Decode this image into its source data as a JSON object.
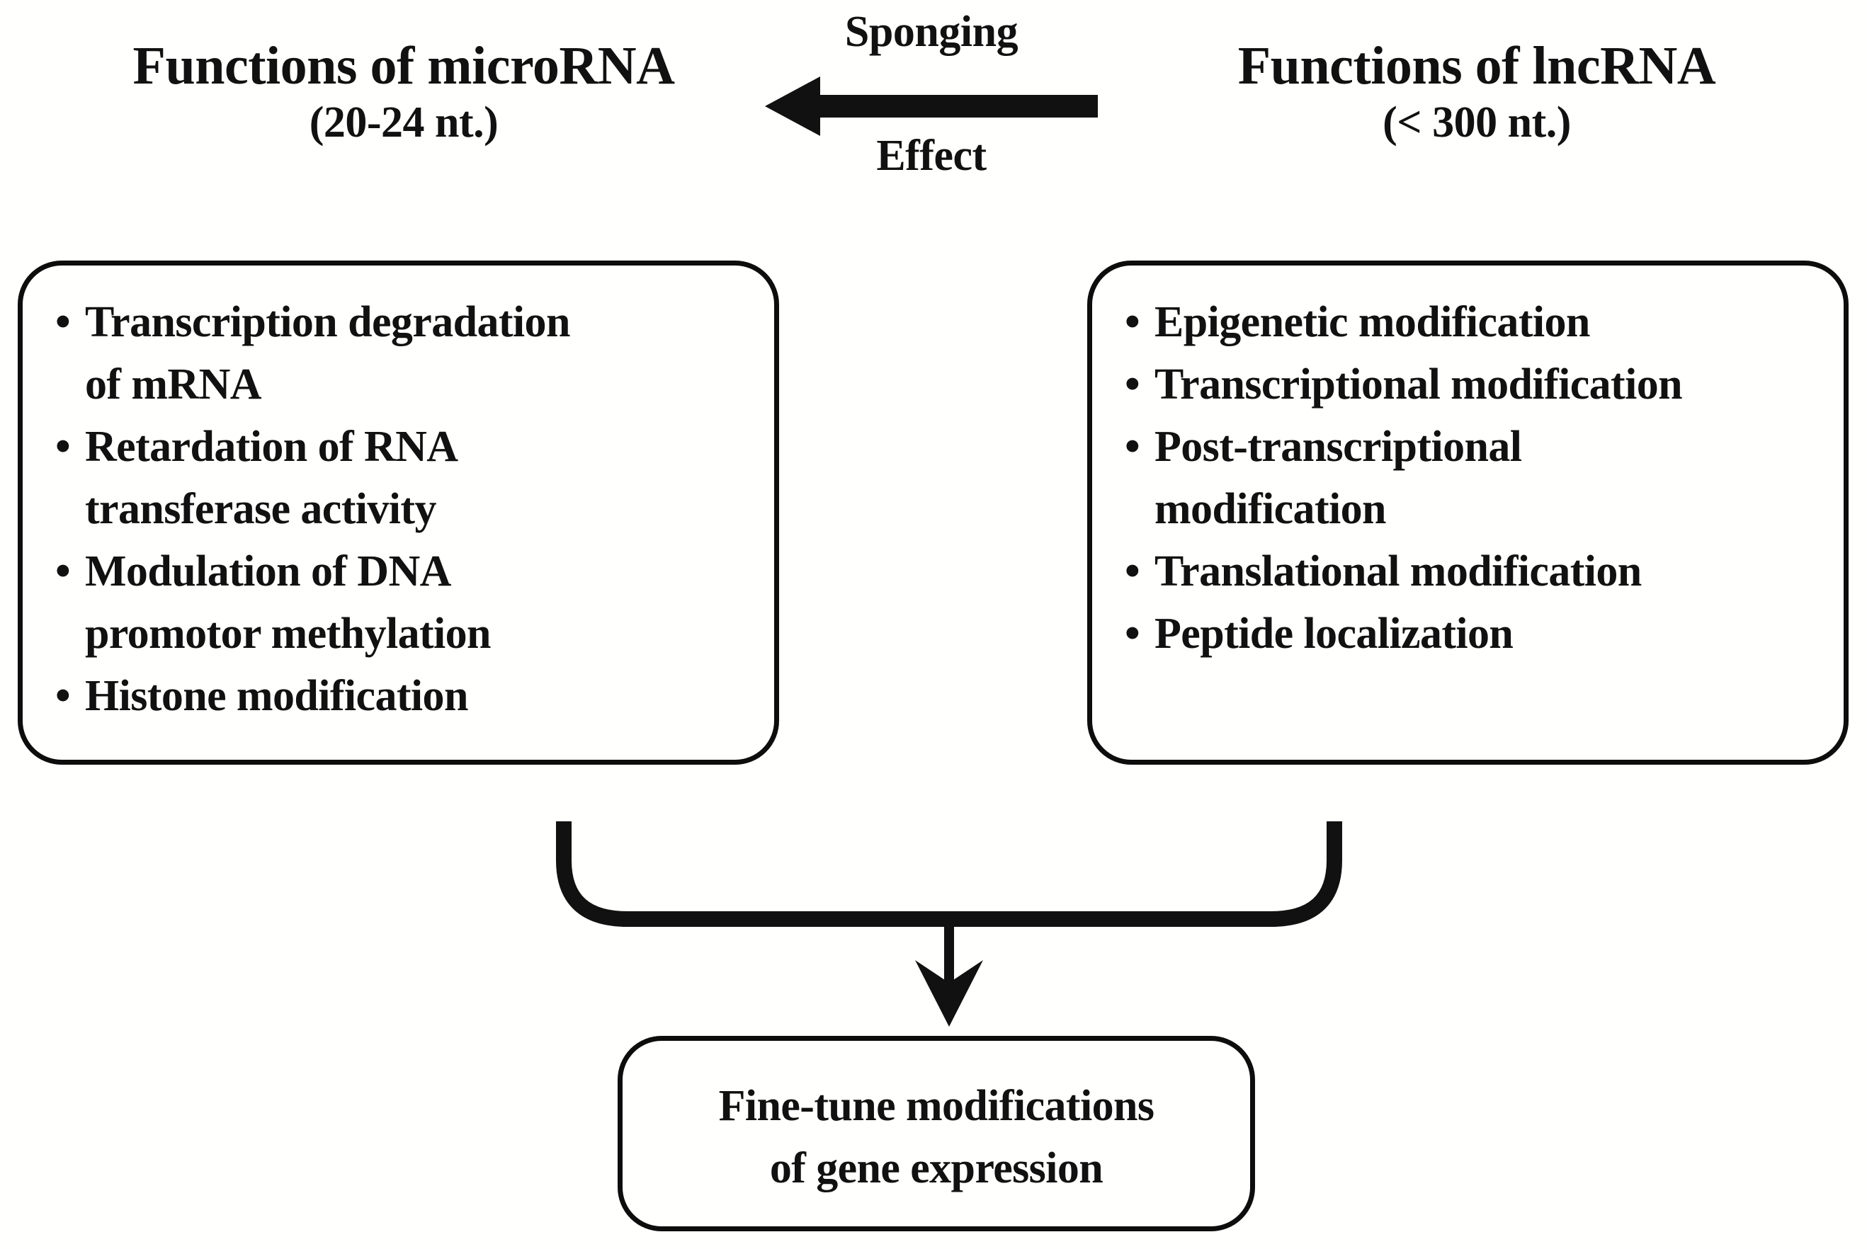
{
  "figure": {
    "background_color": "#fffffd",
    "stroke_color": "#0d0d0d"
  },
  "microrna": {
    "title": "Functions of microRNA",
    "subtitle": "(20-24 nt.)",
    "bullet_glyph": "•",
    "items": [
      "Transcription degradation of mRNA",
      "Retardation of RNA transferase activity",
      "Modulation of DNA promotor methylation",
      "Histone modification"
    ],
    "item_lines": [
      [
        "Transcription degradation",
        "of mRNA"
      ],
      [
        "Retardation of RNA",
        "transferase activity"
      ],
      [
        "Modulation of DNA",
        "promotor methylation"
      ],
      [
        "Histone modification"
      ]
    ]
  },
  "lncrna": {
    "title": "Functions of lncRNA",
    "subtitle": "(< 300 nt.)",
    "bullet_glyph": "•",
    "items": [
      "Epigenetic modification",
      "Transcriptional modification",
      "Post-transcriptional modification",
      "Translational modification",
      "Peptide localization"
    ],
    "item_lines": [
      [
        "Epigenetic modification"
      ],
      [
        "Transcriptional modification"
      ],
      [
        "Post-transcriptional",
        "modification"
      ],
      [
        "Translational modification"
      ],
      [
        "Peptide localization"
      ]
    ]
  },
  "sponging_arrow": {
    "label_top": "Sponging",
    "label_bottom": "Effect",
    "direction": "right-to-left",
    "from": "lncRNA",
    "to": "microRNA"
  },
  "outcome": {
    "lines": [
      "Fine-tune modifications",
      "of gene expression"
    ],
    "text": "Fine-tune modifications of gene expression"
  },
  "merge_connector": {
    "from": [
      "microRNA box",
      "lncRNA box"
    ],
    "to": "outcome box",
    "direction": "downward"
  }
}
